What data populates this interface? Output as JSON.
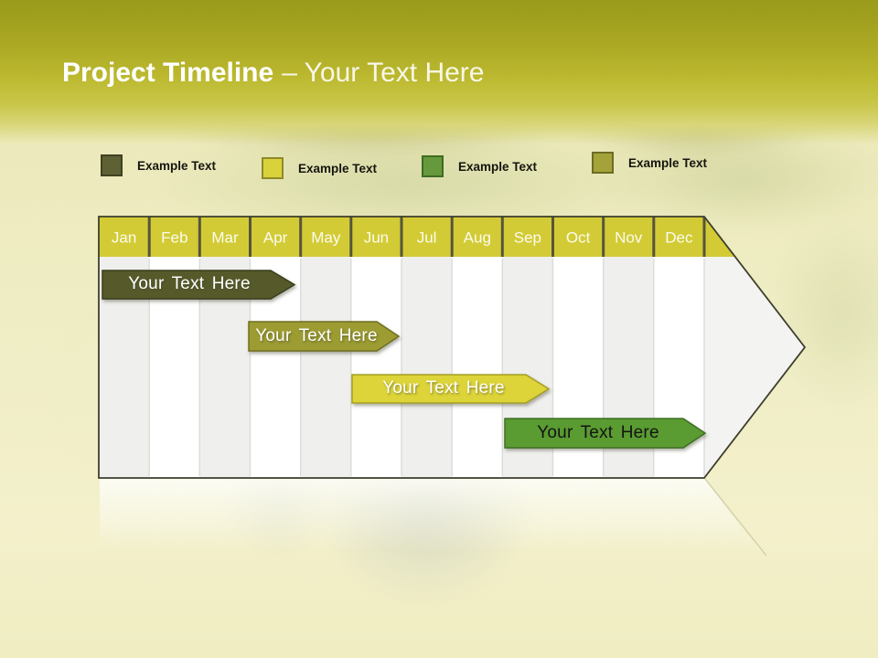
{
  "title": {
    "main": "Project Timeline",
    "suffix": "– Your Text Here"
  },
  "legend": {
    "items": [
      {
        "label": "Example Text",
        "color": "#5f6134"
      },
      {
        "label": "Example Text",
        "color": "#d9d23b"
      },
      {
        "label": "Example Text",
        "color": "#66993c"
      },
      {
        "label": "Example Text",
        "color": "#a3a339"
      }
    ]
  },
  "timeline": {
    "months": [
      "Jan",
      "Feb",
      "Mar",
      "Apr",
      "May",
      "Jun",
      "Jul",
      "Aug",
      "Sep",
      "Oct",
      "Nov",
      "Dec"
    ],
    "header_color": "#d3cb35",
    "bars": [
      {
        "label": "Your Text Here",
        "color": "#565a2b",
        "text_color": "#ffffff",
        "span": "Jan–Apr"
      },
      {
        "label": "Your Text Here",
        "color": "#9c9c33",
        "text_color": "#ffffff",
        "span": "Apr–Jun"
      },
      {
        "label": "Your Text Here",
        "color": "#dcd437",
        "text_color": "#ffffff",
        "span": "Jun–Sep"
      },
      {
        "label": "Your Text Here",
        "color": "#5a9b33",
        "text_color": "#1a1a1a",
        "span": "Sep–Dec"
      }
    ]
  }
}
